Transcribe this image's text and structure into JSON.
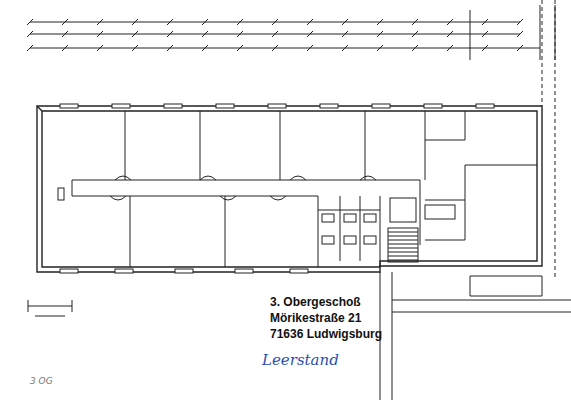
{
  "diagram": {
    "labels": [
      "3. Obergeschoß",
      "Mörikestraße 21",
      "71636 Ludwigsburg",
      "Leerstand",
      "3 OG"
    ]
  }
}
